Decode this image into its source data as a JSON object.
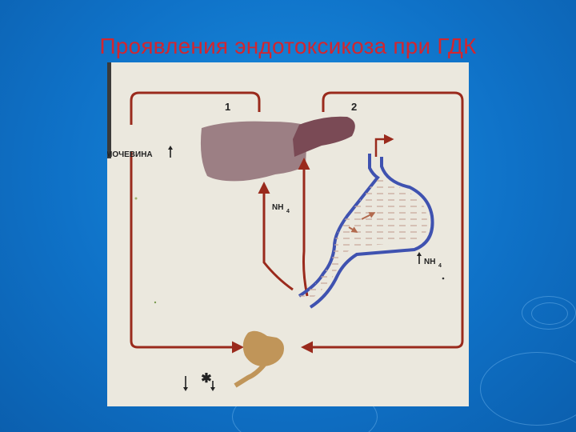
{
  "slide": {
    "title": "Проявления эндотоксикоза при ГДК",
    "colors": {
      "background": "#0f72c8",
      "title": "#d2262f",
      "arrow": "#9a2a1c",
      "liver": "#9c7f84",
      "stomach_wall": "#3f52b0",
      "kidney": "#c09559"
    }
  },
  "diagram": {
    "panel_1_number": "1",
    "panel_2_number": "2",
    "urea_label": "МОЧЕВИНА",
    "nh4_center_label": "NH",
    "nh4_center_sub": "4",
    "nh4_right_label": "NH",
    "nh4_right_sub": "4",
    "icons": [
      "liver-shape",
      "stomach-shape",
      "kidney-shape",
      "up-arrow-icon",
      "down-arrow-icon",
      "asterisk-icon"
    ]
  }
}
